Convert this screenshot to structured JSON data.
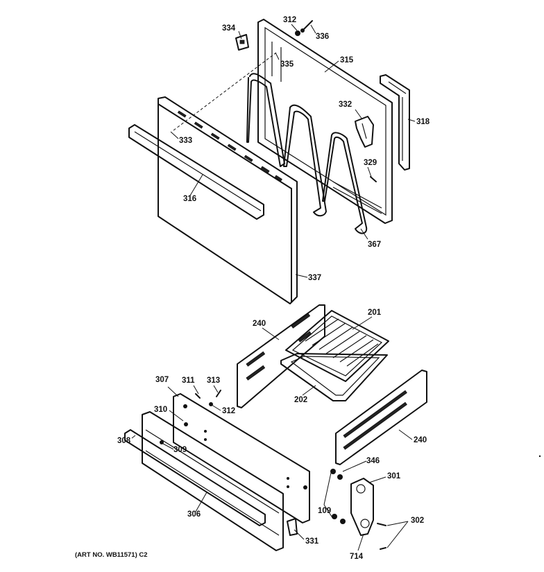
{
  "diagram": {
    "art_number": "(ART NO. WB11571) C2",
    "callouts": {
      "p312a": "312",
      "p336": "336",
      "p334": "334",
      "p335": "335",
      "p315": "315",
      "p318": "318",
      "p332": "332",
      "p333": "333",
      "p329": "329",
      "p316": "316",
      "p367": "367",
      "p337": "337",
      "p240a": "240",
      "p201": "201",
      "p307": "307",
      "p311": "311",
      "p313": "313",
      "p312b": "312",
      "p202": "202",
      "p310": "310",
      "p309": "309",
      "p308": "308",
      "p240b": "240",
      "p346": "346",
      "p301": "301",
      "p306": "306",
      "p109": "109",
      "p302": "302",
      "p331": "331",
      "p714": "714"
    }
  }
}
